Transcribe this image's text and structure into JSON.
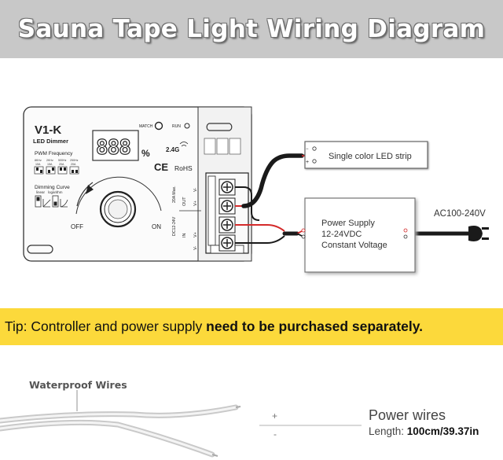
{
  "title": "Sauna Tape Light Wiring Diagram",
  "controller": {
    "model": "V1-K",
    "subtitle": "LED Dimmer",
    "display": "888",
    "percent_sign": "%",
    "match_label": "MATCH",
    "run_label": "RUN",
    "frequency_badge": "2.4G",
    "ce_mark": "CE",
    "rohs": "RoHS",
    "pwm_label": "PWM Frequency",
    "pwm_freqs": [
      "8KHz",
      "2KHz",
      "500Hz",
      "250Hz"
    ],
    "pwm_currents": [
      "10A",
      "15A",
      "20A",
      "20A"
    ],
    "dim_curve_label": "Dimming Curve",
    "dim_curve_types": [
      "linear",
      "logarithm"
    ],
    "knob_off": "OFF",
    "knob_on": "ON",
    "terminal_out": "OUT",
    "terminal_in": "IN",
    "terminal_rating": "20A Max.",
    "terminal_input": "DC12-24V",
    "pin_out_neg": "V-",
    "pin_out_pos": "V+",
    "pin_in_pos": "V+",
    "pin_in_neg": "V-"
  },
  "strip": {
    "label": "Single color LED strip",
    "neg": "−",
    "pos": "+"
  },
  "power_supply": {
    "line1": "Power Supply",
    "line2": "12-24VDC",
    "line3": "Constant Voltage"
  },
  "mains": {
    "label": "AC100-240V"
  },
  "tip": {
    "prefix": "Tip: Controller and power supply ",
    "emphasis": "need to be purchased separately."
  },
  "wires": {
    "waterproof_label": "Waterproof Wires",
    "plus": "+",
    "minus": "-",
    "title": "Power wires",
    "length_prefix": "Length: ",
    "length_value": "100cm/39.37in"
  },
  "colors": {
    "banner": "#c8c8c8",
    "tip_bar": "#fcd93b",
    "wire_red": "#d42a2a",
    "wire_black": "#1a1a1a"
  }
}
